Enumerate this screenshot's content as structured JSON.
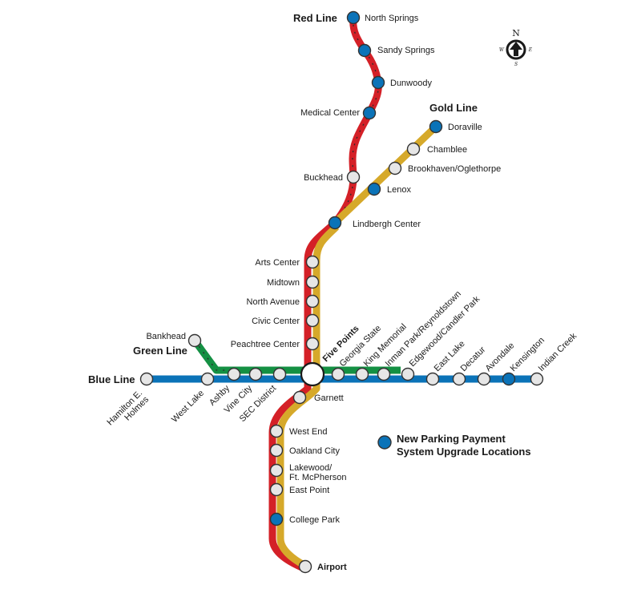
{
  "colors": {
    "red_line": "#d42027",
    "gold_line": "#d6a92a",
    "green_line": "#149043",
    "blue_line": "#0b73b8",
    "upgrade_station": "#0b73b8",
    "station_fill": "#e6e6e6",
    "station_stroke": "#333333"
  },
  "lines": {
    "red": "Red Line",
    "gold": "Gold Line",
    "green": "Green Line",
    "blue": "Blue Line"
  },
  "stations": {
    "north_springs": "North Springs",
    "sandy_springs": "Sandy Springs",
    "dunwoody": "Dunwoody",
    "medical_center": "Medical Center",
    "buckhead": "Buckhead",
    "doraville": "Doraville",
    "chamblee": "Chamblee",
    "brookhaven": "Brookhaven/Oglethorpe",
    "lenox": "Lenox",
    "lindbergh": "Lindbergh Center",
    "arts_center": "Arts Center",
    "midtown": "Midtown",
    "north_avenue": "North Avenue",
    "civic_center": "Civic Center",
    "peachtree_center": "Peachtree Center",
    "five_points": "Five Points",
    "bankhead": "Bankhead",
    "hamilton": "Hamilton E.",
    "hamilton_2": "Holmes",
    "west_lake": "West Lake",
    "ashby": "Ashby",
    "vine_city": "Vine City",
    "sec_district": "SEC District",
    "georgia_state": "Georgia State",
    "king_memorial": "King Memorial",
    "inman_park": "Inman Park/Reynoldstown",
    "edgewood": "Edgewood/Candler Park",
    "east_lake": "East Lake",
    "decatur": "Decatur",
    "avondale": "Avondale",
    "kensington": "Kensington",
    "indian_creek": "Indian Creek",
    "garnett": "Garnett",
    "west_end": "West End",
    "oakland_city": "Oakland City",
    "lakewood_1": "Lakewood/",
    "lakewood_2": "Ft. McPherson",
    "east_point": "East Point",
    "college_park": "College Park",
    "airport": "Airport"
  },
  "legend": {
    "line1": "New Parking Payment",
    "line2": "System Upgrade Locations"
  },
  "compass": {
    "north": "N",
    "west": "W",
    "east": "E",
    "south": "S"
  }
}
